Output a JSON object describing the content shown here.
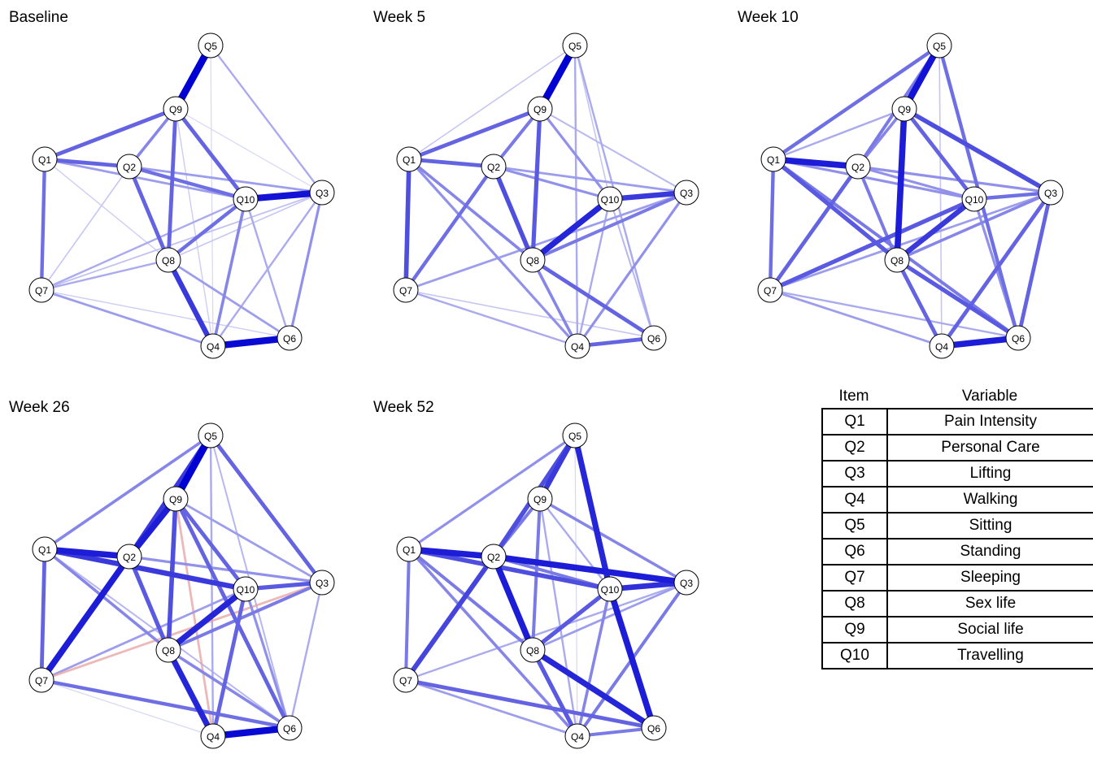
{
  "panels": [
    {
      "title": "Baseline",
      "edges": [
        [
          "Q5",
          "Q9",
          1.0
        ],
        [
          "Q5",
          "Q3",
          0.2
        ],
        [
          "Q5",
          "Q4",
          0.05
        ],
        [
          "Q9",
          "Q1",
          0.5
        ],
        [
          "Q9",
          "Q2",
          0.35
        ],
        [
          "Q9",
          "Q8",
          0.5
        ],
        [
          "Q9",
          "Q10",
          0.5
        ],
        [
          "Q9",
          "Q3",
          0.05
        ],
        [
          "Q9",
          "Q4",
          0.08
        ],
        [
          "Q1",
          "Q2",
          0.5
        ],
        [
          "Q1",
          "Q10",
          0.25
        ],
        [
          "Q1",
          "Q7",
          0.45
        ],
        [
          "Q1",
          "Q8",
          0.08
        ],
        [
          "Q2",
          "Q10",
          0.45
        ],
        [
          "Q2",
          "Q3",
          0.25
        ],
        [
          "Q2",
          "Q8",
          0.5
        ],
        [
          "Q2",
          "Q7",
          0.1
        ],
        [
          "Q10",
          "Q3",
          0.9
        ],
        [
          "Q10",
          "Q8",
          0.45
        ],
        [
          "Q10",
          "Q4",
          0.35
        ],
        [
          "Q10",
          "Q6",
          0.2
        ],
        [
          "Q10",
          "Q7",
          0.2
        ],
        [
          "Q3",
          "Q7",
          0.12
        ],
        [
          "Q3",
          "Q8",
          0.1
        ],
        [
          "Q3",
          "Q4",
          0.2
        ],
        [
          "Q3",
          "Q6",
          0.3
        ],
        [
          "Q8",
          "Q7",
          0.2
        ],
        [
          "Q8",
          "Q4",
          0.7
        ],
        [
          "Q8",
          "Q6",
          0.25
        ],
        [
          "Q7",
          "Q4",
          0.25
        ],
        [
          "Q7",
          "Q6",
          0.08
        ],
        [
          "Q4",
          "Q6",
          0.95
        ]
      ]
    },
    {
      "title": "Week 5",
      "edges": [
        [
          "Q5",
          "Q9",
          1.0
        ],
        [
          "Q5",
          "Q1",
          0.1
        ],
        [
          "Q5",
          "Q10",
          0.1
        ],
        [
          "Q5",
          "Q4",
          0.2
        ],
        [
          "Q5",
          "Q6",
          0.2
        ],
        [
          "Q9",
          "Q1",
          0.5
        ],
        [
          "Q9",
          "Q2",
          0.4
        ],
        [
          "Q9",
          "Q8",
          0.55
        ],
        [
          "Q9",
          "Q10",
          0.3
        ],
        [
          "Q9",
          "Q3",
          0.15
        ],
        [
          "Q1",
          "Q2",
          0.5
        ],
        [
          "Q1",
          "Q7",
          0.6
        ],
        [
          "Q1",
          "Q8",
          0.35
        ],
        [
          "Q1",
          "Q4",
          0.3
        ],
        [
          "Q2",
          "Q10",
          0.3
        ],
        [
          "Q2",
          "Q3",
          0.25
        ],
        [
          "Q2",
          "Q8",
          0.6
        ],
        [
          "Q2",
          "Q7",
          0.45
        ],
        [
          "Q10",
          "Q3",
          0.7
        ],
        [
          "Q10",
          "Q8",
          0.8
        ],
        [
          "Q10",
          "Q4",
          0.2
        ],
        [
          "Q10",
          "Q6",
          0.15
        ],
        [
          "Q3",
          "Q8",
          0.4
        ],
        [
          "Q3",
          "Q7",
          0.25
        ],
        [
          "Q3",
          "Q4",
          0.3
        ],
        [
          "Q8",
          "Q6",
          0.5
        ],
        [
          "Q8",
          "Q4",
          0.35
        ],
        [
          "Q7",
          "Q4",
          0.2
        ],
        [
          "Q4",
          "Q6",
          0.5
        ],
        [
          "Q7",
          "Q6",
          0.1
        ]
      ]
    },
    {
      "title": "Week 10",
      "edges": [
        [
          "Q5",
          "Q9",
          0.9
        ],
        [
          "Q5",
          "Q1",
          0.45
        ],
        [
          "Q5",
          "Q2",
          0.4
        ],
        [
          "Q5",
          "Q6",
          0.45
        ],
        [
          "Q5",
          "Q4",
          0.1
        ],
        [
          "Q9",
          "Q1",
          0.2
        ],
        [
          "Q9",
          "Q2",
          0.35
        ],
        [
          "Q9",
          "Q8",
          0.85
        ],
        [
          "Q9",
          "Q10",
          0.5
        ],
        [
          "Q9",
          "Q3",
          0.6
        ],
        [
          "Q1",
          "Q2",
          0.85
        ],
        [
          "Q1",
          "Q7",
          0.45
        ],
        [
          "Q1",
          "Q8",
          0.55
        ],
        [
          "Q1",
          "Q10",
          0.3
        ],
        [
          "Q1",
          "Q6",
          0.4
        ],
        [
          "Q2",
          "Q10",
          0.3
        ],
        [
          "Q2",
          "Q3",
          0.3
        ],
        [
          "Q2",
          "Q7",
          0.5
        ],
        [
          "Q2",
          "Q8",
          0.4
        ],
        [
          "Q10",
          "Q3",
          0.45
        ],
        [
          "Q10",
          "Q8",
          0.7
        ],
        [
          "Q10",
          "Q7",
          0.55
        ],
        [
          "Q10",
          "Q6",
          0.3
        ],
        [
          "Q3",
          "Q8",
          0.35
        ],
        [
          "Q3",
          "Q4",
          0.5
        ],
        [
          "Q3",
          "Q6",
          0.5
        ],
        [
          "Q3",
          "Q7",
          0.25
        ],
        [
          "Q8",
          "Q4",
          0.5
        ],
        [
          "Q8",
          "Q6",
          0.55
        ],
        [
          "Q7",
          "Q4",
          0.25
        ],
        [
          "Q7",
          "Q6",
          0.2
        ],
        [
          "Q4",
          "Q6",
          0.85
        ]
      ]
    },
    {
      "title": "Week 26",
      "edges": [
        [
          "Q5",
          "Q9",
          1.0
        ],
        [
          "Q5",
          "Q2",
          0.7
        ],
        [
          "Q5",
          "Q1",
          0.35
        ],
        [
          "Q5",
          "Q3",
          0.5
        ],
        [
          "Q5",
          "Q4",
          0.2
        ],
        [
          "Q5",
          "Q6",
          0.15
        ],
        [
          "Q9",
          "Q2",
          0.85
        ],
        [
          "Q2",
          "Q7",
          0.85
        ],
        [
          "Q9",
          "Q8",
          0.6
        ],
        [
          "Q9",
          "Q4",
          -0.25
        ],
        [
          "Q9",
          "Q10",
          0.5
        ],
        [
          "Q9",
          "Q6",
          0.5
        ],
        [
          "Q9",
          "Q3",
          0.25
        ],
        [
          "Q1",
          "Q2",
          0.85
        ],
        [
          "Q1",
          "Q10",
          0.7
        ],
        [
          "Q1",
          "Q7",
          0.5
        ],
        [
          "Q1",
          "Q8",
          0.35
        ],
        [
          "Q1",
          "Q6",
          0.15
        ],
        [
          "Q2",
          "Q3",
          0.3
        ],
        [
          "Q2",
          "Q8",
          0.55
        ],
        [
          "Q10",
          "Q3",
          0.55
        ],
        [
          "Q10",
          "Q8",
          0.8
        ],
        [
          "Q10",
          "Q4",
          0.5
        ],
        [
          "Q10",
          "Q7",
          0.25
        ],
        [
          "Q10",
          "Q6",
          0.3
        ],
        [
          "Q3",
          "Q7",
          -0.25
        ],
        [
          "Q3",
          "Q8",
          0.4
        ],
        [
          "Q3",
          "Q6",
          0.2
        ],
        [
          "Q8",
          "Q4",
          0.8
        ],
        [
          "Q8",
          "Q6",
          0.35
        ],
        [
          "Q7",
          "Q6",
          0.45
        ],
        [
          "Q4",
          "Q6",
          0.95
        ],
        [
          "Q7",
          "Q4",
          0.05
        ]
      ]
    },
    {
      "title": "Week 52",
      "edges": [
        [
          "Q5",
          "Q9",
          0.7
        ],
        [
          "Q5",
          "Q2",
          0.6
        ],
        [
          "Q5",
          "Q1",
          0.3
        ],
        [
          "Q5",
          "Q10",
          0.8
        ],
        [
          "Q5",
          "Q4",
          0.05
        ],
        [
          "Q9",
          "Q2",
          0.4
        ],
        [
          "Q9",
          "Q8",
          0.4
        ],
        [
          "Q9",
          "Q3",
          0.35
        ],
        [
          "Q9",
          "Q10",
          0.2
        ],
        [
          "Q9",
          "Q4",
          0.2
        ],
        [
          "Q1",
          "Q2",
          0.85
        ],
        [
          "Q1",
          "Q10",
          0.6
        ],
        [
          "Q1",
          "Q7",
          0.4
        ],
        [
          "Q1",
          "Q8",
          0.4
        ],
        [
          "Q1",
          "Q4",
          0.35
        ],
        [
          "Q2",
          "Q3",
          0.85
        ],
        [
          "Q2",
          "Q7",
          0.65
        ],
        [
          "Q2",
          "Q8",
          0.85
        ],
        [
          "Q2",
          "Q10",
          0.4
        ],
        [
          "Q10",
          "Q3",
          0.75
        ],
        [
          "Q10",
          "Q8",
          0.55
        ],
        [
          "Q10",
          "Q6",
          0.85
        ],
        [
          "Q10",
          "Q4",
          0.35
        ],
        [
          "Q3",
          "Q8",
          0.25
        ],
        [
          "Q3",
          "Q7",
          0.2
        ],
        [
          "Q3",
          "Q4",
          0.4
        ],
        [
          "Q8",
          "Q6",
          0.8
        ],
        [
          "Q8",
          "Q4",
          0.55
        ],
        [
          "Q7",
          "Q6",
          0.5
        ],
        [
          "Q7",
          "Q4",
          0.25
        ],
        [
          "Q4",
          "Q6",
          0.4
        ]
      ]
    }
  ],
  "nodes": [
    "Q1",
    "Q2",
    "Q3",
    "Q4",
    "Q5",
    "Q6",
    "Q7",
    "Q8",
    "Q9",
    "Q10"
  ],
  "colors": {
    "positive": "#0000d2",
    "negative": "#e6aaaa"
  },
  "legend": {
    "header_item": "Item",
    "header_variable": "Variable",
    "rows": [
      {
        "item": "Q1",
        "variable": "Pain Intensity"
      },
      {
        "item": "Q2",
        "variable": "Personal Care"
      },
      {
        "item": "Q3",
        "variable": "Lifting"
      },
      {
        "item": "Q4",
        "variable": "Walking"
      },
      {
        "item": "Q5",
        "variable": "Sitting"
      },
      {
        "item": "Q6",
        "variable": "Standing"
      },
      {
        "item": "Q7",
        "variable": "Sleeping"
      },
      {
        "item": "Q8",
        "variable": "Sex life"
      },
      {
        "item": "Q9",
        "variable": "Social life"
      },
      {
        "item": "Q10",
        "variable": "Travelling"
      }
    ]
  }
}
